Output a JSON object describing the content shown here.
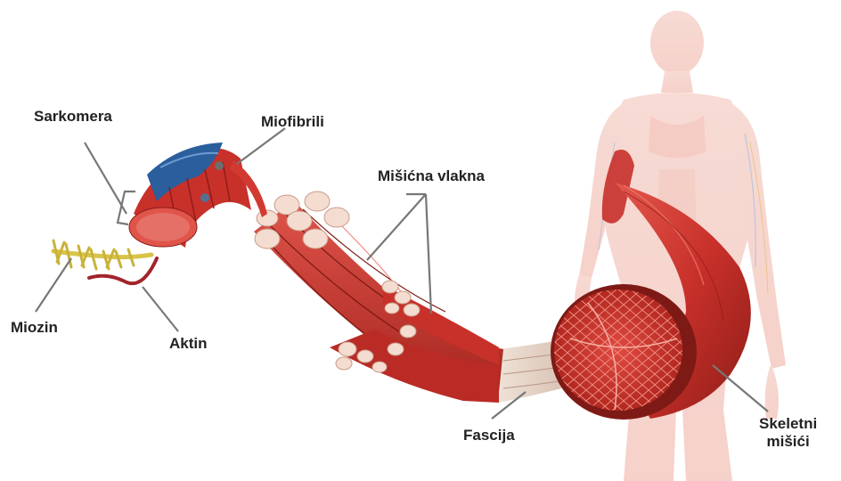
{
  "labels": {
    "sarkomera": "Sarkomera",
    "miofibrili": "Miofibrili",
    "misicna_vlakna": "Mišićna vlakna",
    "miozin": "Miozin",
    "aktin": "Aktin",
    "fascija": "Fascija",
    "skeletni_line1": "Skeletni",
    "skeletni_line2": "mišići"
  },
  "colors": {
    "muscle_red": "#c8302a",
    "muscle_dark": "#8e1d18",
    "muscle_light": "#e25a4f",
    "fiber_end": "#f4ddd0",
    "body_pink": "#f2c4bb",
    "fascia": "#d9c2b4",
    "myosin_yellow": "#d9c44a",
    "actin_red": "#a3232a",
    "sarcoplasmic_blue": "#2b5e9c",
    "pointer_gray": "#777777",
    "label_text": "#222222"
  }
}
